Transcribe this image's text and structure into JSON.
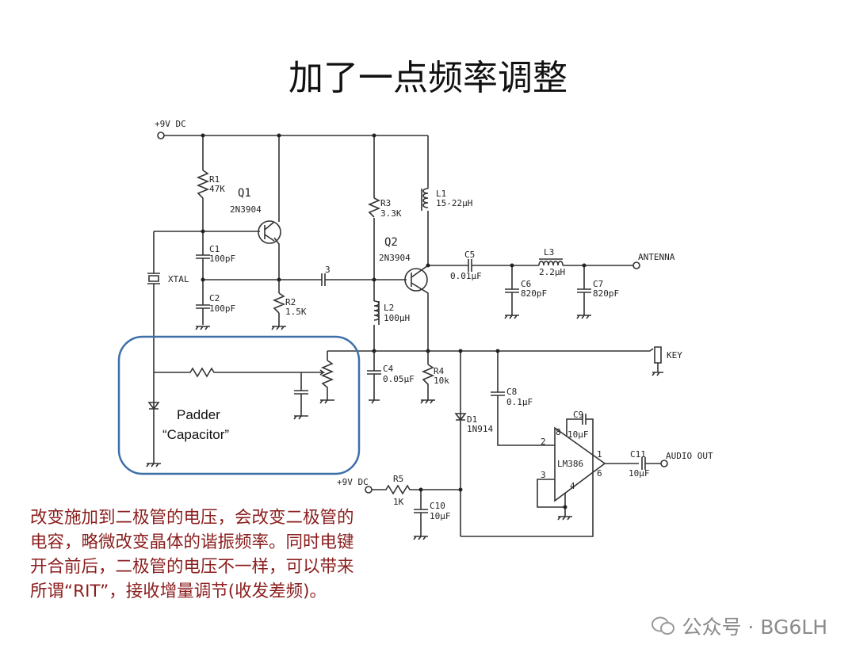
{
  "title": "加了一点频率调整",
  "circuit": {
    "vcc1": "+9V DC",
    "vcc2": "+9V DC",
    "r1": "R1",
    "r1v": "47K",
    "q1": "Q1",
    "q1t": "2N3904",
    "c1": "C1",
    "c1v": "100pF",
    "c2": "C2",
    "c2v": "100pF",
    "xtal": "XTAL",
    "r2": "R2",
    "r2v": "1.5K",
    "c3": "3",
    "r3": "R3",
    "r3v": "3.3K",
    "q2": "Q2",
    "q2t": "2N3904",
    "l1": "L1",
    "l1v": "15-22μH",
    "l2": "L2",
    "l2v": "100μH",
    "c5": "C5",
    "c5v": "0.01μF",
    "c6": "C6",
    "c6v": "820pF",
    "l3": "L3",
    "l3v": "2.2μH",
    "c7": "C7",
    "c7v": "820pF",
    "antenna": "ANTENNA",
    "key": "KEY",
    "c4": "C4",
    "c4v": "0.05μF",
    "r4": "R4",
    "r4v": "10k",
    "d1": "D1",
    "d1v": "1N914",
    "c8": "C8",
    "c8v": "0.1μF",
    "c9": "C9",
    "c9v": "10μF",
    "ic": "LM386",
    "pin2": "2",
    "pin8": "8",
    "pin1": "1",
    "pin6": "6",
    "pin3": "3",
    "pin4": "4",
    "c11": "C11",
    "c11v": "10μF",
    "audio": "AUDIO OUT",
    "r5": "R5",
    "r5v": "1K",
    "c10": "C10",
    "c10v": "10μF",
    "padder1": "Padder",
    "padder2": "“Capacitor”"
  },
  "note": "改变施加到二极管的电压，会改变二极管的电容，略微改变晶体的谐振频率。同时电键开合前后，二极管的电压不一样，可以带来所谓“RIT”，接收增量调节(收发差频)。",
  "watermark": "公众号 · BG6LH",
  "colors": {
    "note": "#8b1e1e",
    "box": "#3d6fa8"
  }
}
